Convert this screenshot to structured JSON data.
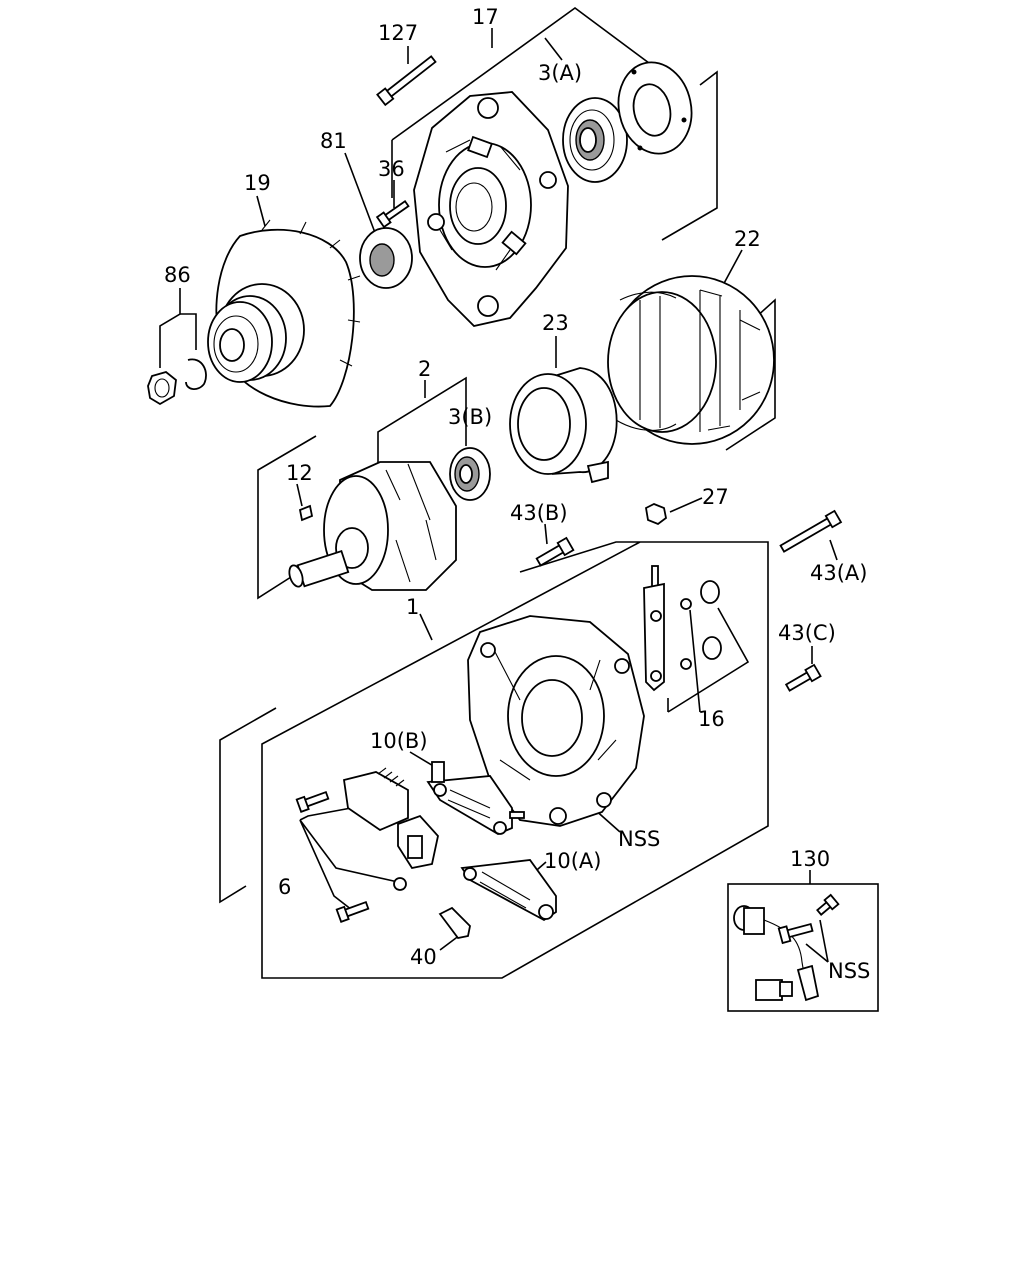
{
  "labels": {
    "p127": "127",
    "p17": "17",
    "p3a": "3(A)",
    "p81": "81",
    "p36": "36",
    "p19": "19",
    "p22": "22",
    "p86": "86",
    "p23": "23",
    "p2": "2",
    "p3b": "3(B)",
    "p12": "12",
    "p27": "27",
    "p43b": "43(B)",
    "p43a": "43(A)",
    "p1": "1",
    "p43c": "43(C)",
    "p16": "16",
    "p10b": "10(B)",
    "p6": "6",
    "p10a": "10(A)",
    "p40": "40",
    "nss1": "NSS",
    "p130": "130",
    "nss2": "NSS"
  }
}
